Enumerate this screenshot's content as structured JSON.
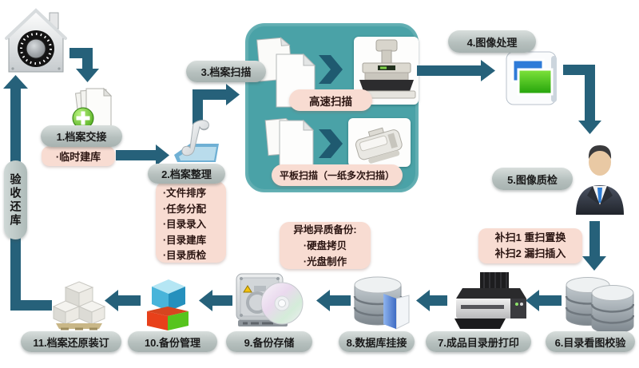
{
  "colors": {
    "arrow": "#26617a",
    "scan_panel": "#4aa2a7",
    "label_pill": "#b6c0be",
    "note_pink": "#f8dcd2",
    "text": "#1a1a1a"
  },
  "rail": {
    "label": "验收还库"
  },
  "steps": {
    "s1": {
      "label": "1.档案交接"
    },
    "s2": {
      "label": "2.档案整理"
    },
    "s3": {
      "label": "3.档案扫描"
    },
    "s4": {
      "label": "4.图像处理"
    },
    "s5": {
      "label": "5.图像质检"
    },
    "s6": {
      "label": "6.目录看图校验"
    },
    "s7": {
      "label": "7.成品目录册打印"
    },
    "s8": {
      "label": "8.数据库挂接"
    },
    "s9": {
      "label": "9.备份存储"
    },
    "s10": {
      "label": "10.备份管理"
    },
    "s11": {
      "label": "11.档案还原装订"
    }
  },
  "notes": {
    "temp_db": "·临时建库",
    "organize_items": [
      "·文件排序",
      "·任务分配",
      "·目录录入",
      "·目录建库",
      "·目录质检"
    ],
    "rescan": [
      "补扫1 重扫置换",
      "补扫2 漏扫插入"
    ],
    "offsite": {
      "title": "异地异质备份:",
      "items": [
        "·硬盘拷贝",
        "·光盘制作"
      ]
    }
  },
  "scan_panel": {
    "high_speed": "高速扫描",
    "flatbed": "平板扫描（一纸多次扫描）"
  },
  "icons": {
    "start": "house-safe-icon",
    "s1": "document-add-icon",
    "s2": "scroll-documents-icon",
    "s3_pages": "paper-sheets-icon",
    "s3_high_speed": "high-speed-scanner-photo",
    "s3_flatbed": "flatbed-scanner-photo",
    "s4": "image-files-icon",
    "s5": "inspector-person-icon",
    "s6": "database-stack-icon",
    "s7": "printer-icon",
    "s8": "database-folder-icon",
    "s9": "harddisk-cd-icon",
    "s10": "color-blocks-icon",
    "s11": "packed-boxes-icon"
  }
}
